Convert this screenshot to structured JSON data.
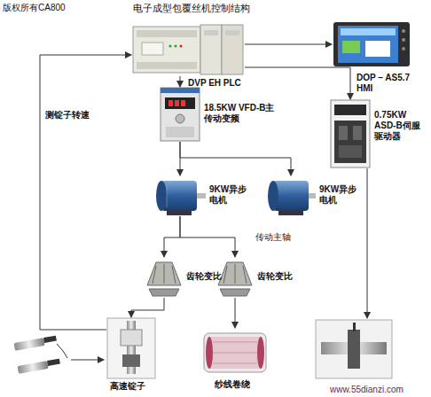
{
  "diagram": {
    "title": "电子成型包覆丝机控制结构",
    "nodes": [
      {
        "text": [
          "DVP EH PLC"
        ]
      },
      {
        "text": [
          "DOP – AS5.7 HMI"
        ]
      },
      {
        "text": [
          "18.5KW VFD-B主传动变频"
        ]
      },
      {
        "text": [
          "0.75KW ASD-B伺服驱动器"
        ]
      },
      {
        "text": [
          "9KW异步电机"
        ]
      },
      {
        "text": [
          "9KW异步电机"
        ]
      },
      {
        "text": [
          "齿轮变比"
        ]
      },
      {
        "text": [
          "齿轮变比"
        ]
      },
      {
        "text": [
          "高速锭子"
        ]
      },
      {
        "text": [
          "纱线卷绕"
        ]
      }
    ],
    "edges": [
      {
        "from": 0,
        "to": 1,
        "arrow": "to"
      },
      {
        "from": 0,
        "to": 2,
        "arrow": "to"
      },
      {
        "from": 0,
        "to": 3,
        "arrow": "to"
      },
      {
        "from": 2,
        "to": 4,
        "arrow": "to"
      },
      {
        "from": 2,
        "to": 5,
        "arrow": "to"
      },
      {
        "from": 4,
        "to": 6,
        "arrow": "to"
      },
      {
        "from": 4,
        "to": 7,
        "arrow": "to"
      },
      {
        "from": 6,
        "to": 8,
        "arrow": "to"
      },
      {
        "from": 7,
        "to": 9,
        "arrow": "to"
      },
      {
        "from": 8,
        "to": 0,
        "label": "测锭子转速",
        "arrow": "to"
      }
    ],
    "labels": [
      "版权所有CA800",
      "传动主轴",
      "www.55dianzi.com"
    ]
  }
}
